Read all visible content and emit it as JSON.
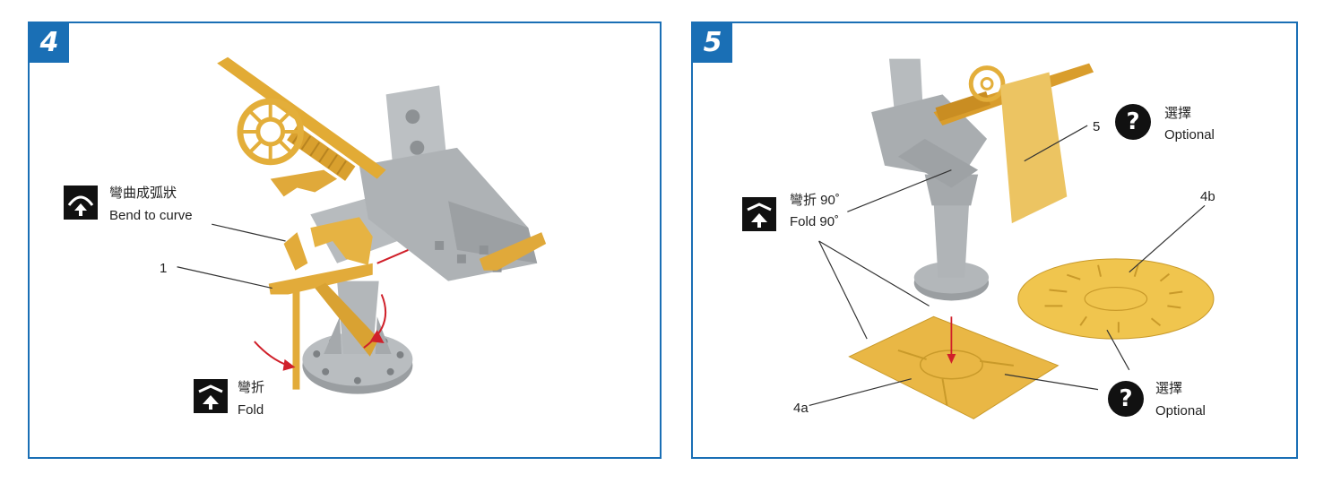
{
  "step4": {
    "number": "4",
    "bend_icon": "bend-curve-icon",
    "bend_label_zh": "彎曲成弧狀",
    "bend_label_en": "Bend to curve",
    "part_label": "1",
    "fold_icon": "fold-icon",
    "fold_label_zh": "彎折",
    "fold_label_en": "Fold"
  },
  "step5": {
    "number": "5",
    "fold_icon": "fold-icon",
    "fold_label_zh": "彎折 90˚",
    "fold_label_en": "Fold 90˚",
    "part_5": "5",
    "optional_top_icon": "question-icon",
    "optional_top_zh": "選擇",
    "optional_top_en": "Optional",
    "part_4b": "4b",
    "part_4a": "4a",
    "optional_bottom_icon": "question-icon",
    "optional_bottom_zh": "選擇",
    "optional_bottom_en": "Optional",
    "question_glyph": "?"
  },
  "colors": {
    "frame": "#1a6fb5",
    "metal": "#a9adaf",
    "brass": "#e8b23c",
    "arrow": "#d0202a"
  }
}
